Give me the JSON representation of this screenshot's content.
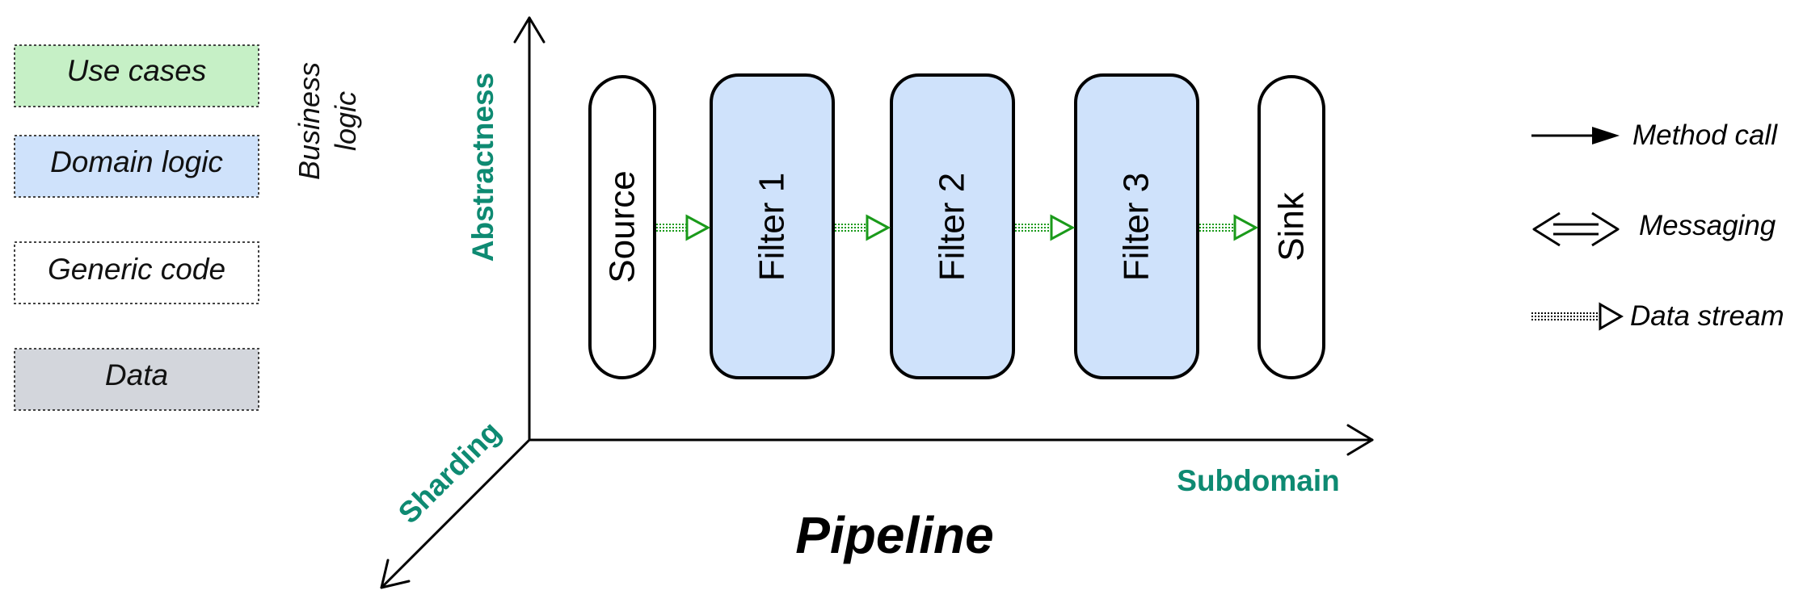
{
  "title": "Pipeline",
  "side_label": [
    "Business",
    "logic"
  ],
  "legend_layers": [
    {
      "label": "Use cases",
      "fill": "#c6f0c6"
    },
    {
      "label": "Domain logic",
      "fill": "#cfe2fb"
    },
    {
      "label": "Generic code",
      "fill": "#ffffff"
    },
    {
      "label": "Data",
      "fill": "#d3d6dc"
    }
  ],
  "axes": {
    "vertical": "Abstractness",
    "horizontal": "Subdomain",
    "diagonal": "Sharding",
    "label_color": "#0e8a72"
  },
  "pipeline_stages": [
    {
      "label": "Source",
      "kind": "generic"
    },
    {
      "label": "Filter 1",
      "kind": "domain"
    },
    {
      "label": "Filter 2",
      "kind": "domain"
    },
    {
      "label": "Filter 3",
      "kind": "domain"
    },
    {
      "label": "Sink",
      "kind": "generic"
    }
  ],
  "stream_color": "#1a9a1a",
  "arrow_legend": {
    "method_call": "Method call",
    "messaging": "Messaging",
    "data_stream": "Data stream"
  }
}
